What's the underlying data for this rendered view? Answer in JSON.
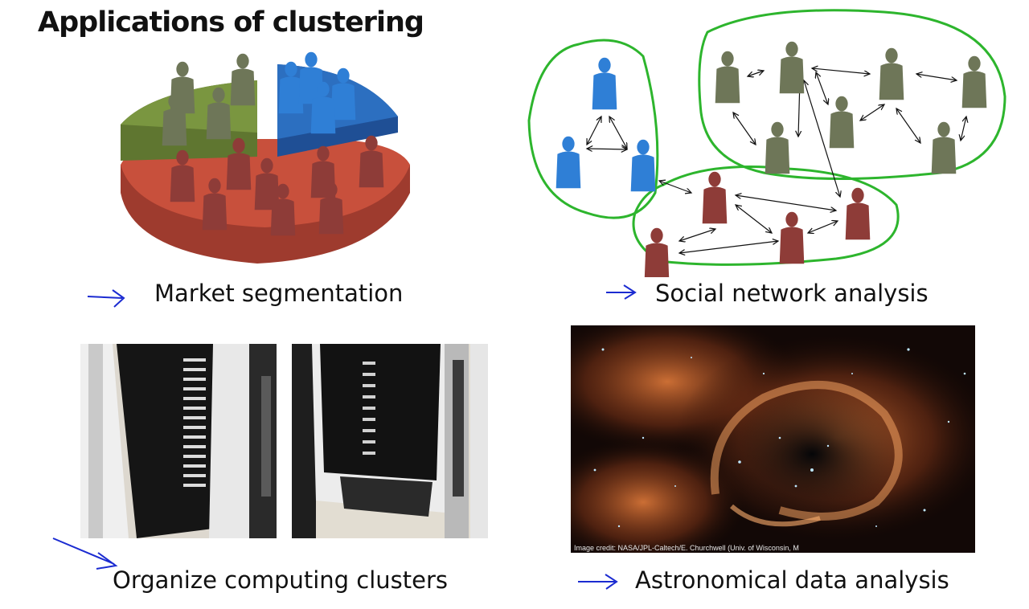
{
  "slide": {
    "title": "Applications of clustering",
    "captions": {
      "market": "Market segmentation",
      "social": "Social network analysis",
      "computing": "Organize computing clusters",
      "astro": "Astronomical data analysis"
    },
    "image_credit": "Image credit: NASA/JPL-Caltech/E. Churchwell (Univ. of Wisconsin, M",
    "colors": {
      "pen_blue": "#1b2bd1",
      "cluster_outline": "#2db52d",
      "person_blue": "#2f7fd6",
      "person_olive": "#6e7658",
      "person_red": "#8e3c38",
      "pie_red": "#c8503c",
      "pie_green": "#7a9640",
      "pie_blue": "#2c6fc0"
    }
  }
}
